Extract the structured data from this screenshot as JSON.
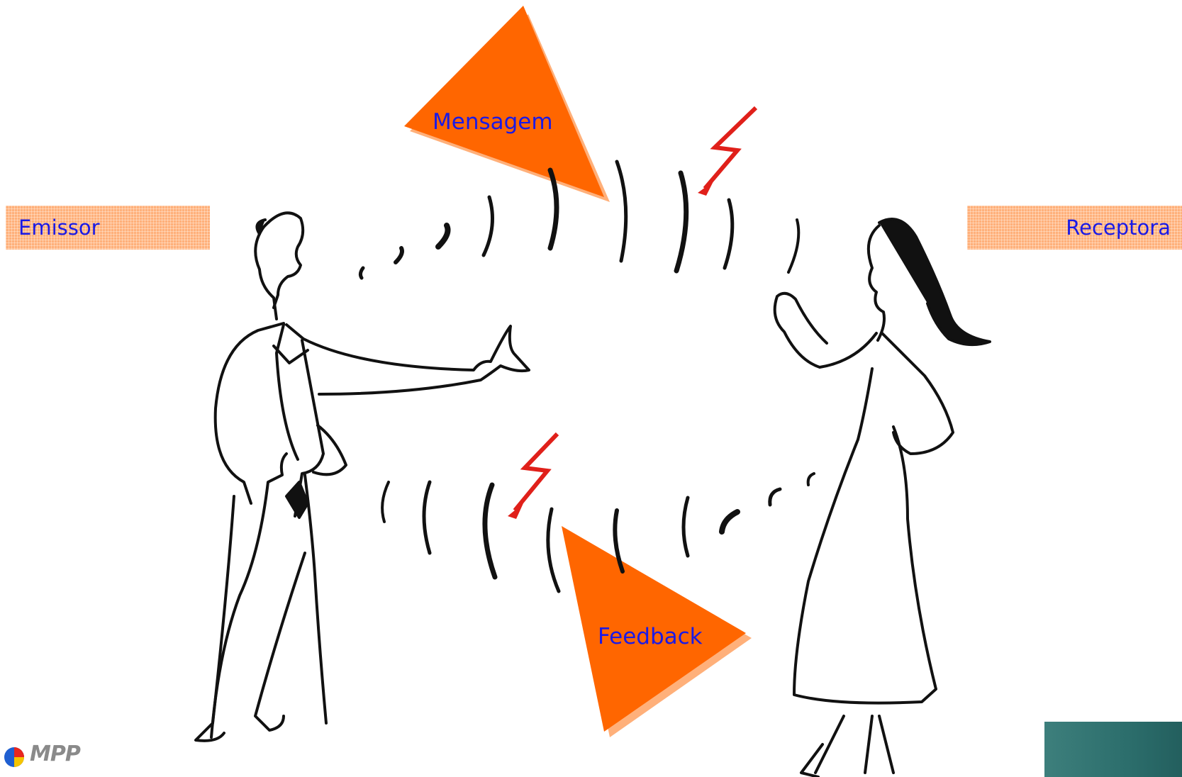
{
  "labels": {
    "emissor": "Emissor",
    "receptora": "Receptora",
    "mensagem": "Mensagem",
    "feedback": "Feedback"
  },
  "logo": {
    "text": "MPP"
  },
  "colors": {
    "arrow_fill": "#ff6600",
    "label_box": "#ffb07a",
    "label_text": "#1a1ae6",
    "noise_bolt": "#e0201a",
    "corner_block": "#2c6e6c"
  },
  "icons": {
    "noise_top": "lightning-bolt-icon",
    "noise_bottom": "lightning-bolt-icon"
  }
}
